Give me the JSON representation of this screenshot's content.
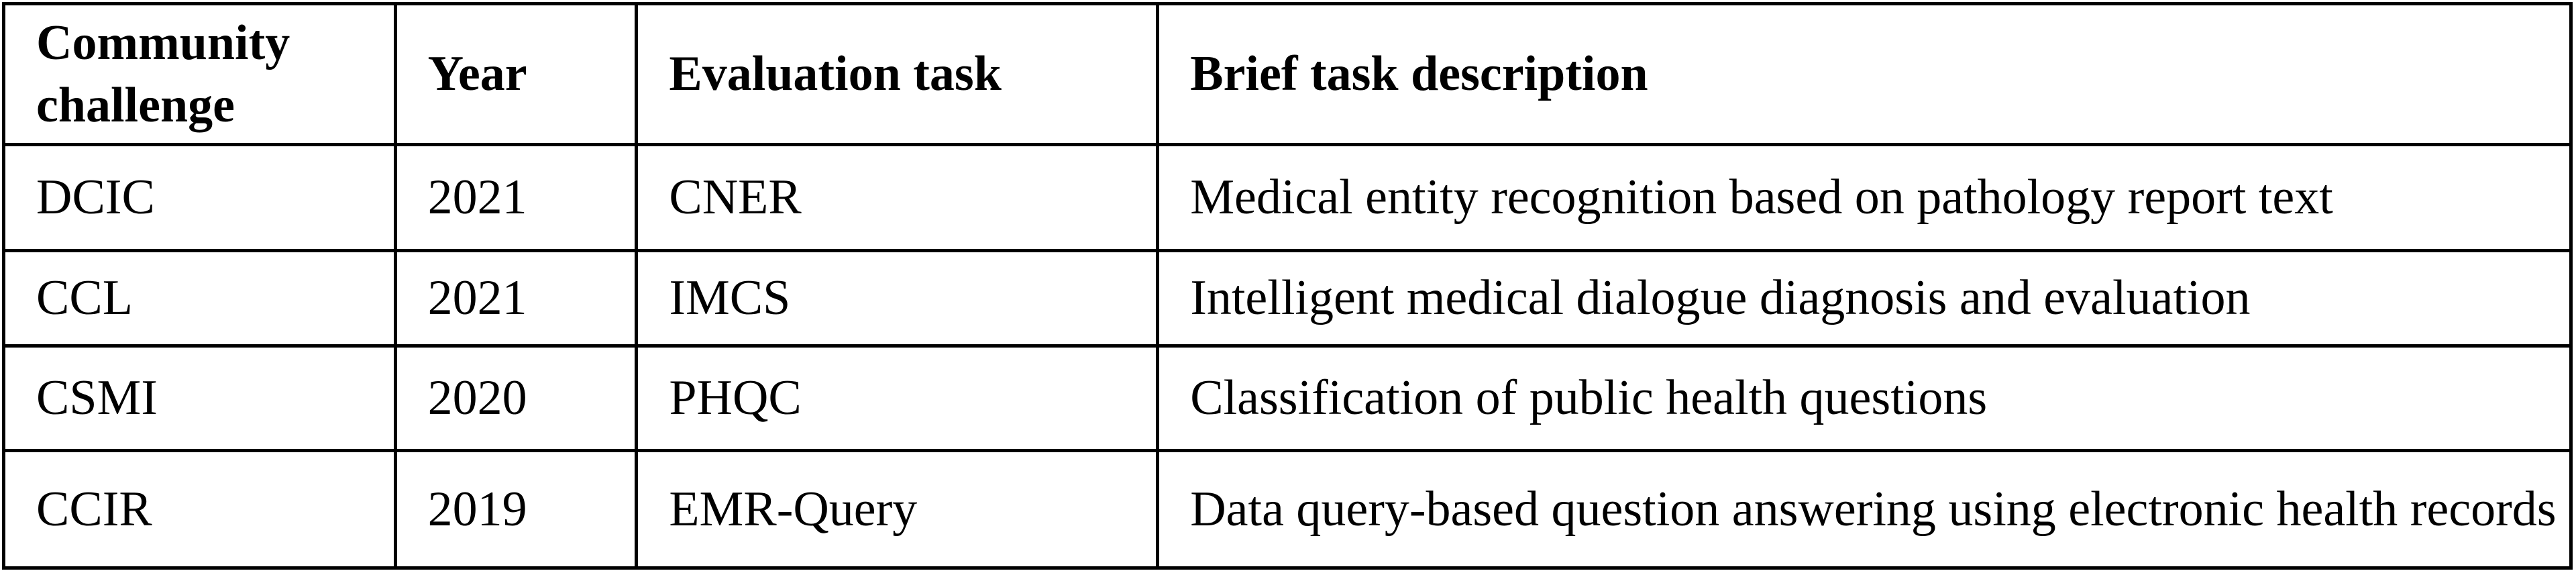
{
  "table": {
    "columns": [
      {
        "label": "Community challenge"
      },
      {
        "label": "Year"
      },
      {
        "label": "Evaluation task"
      },
      {
        "label": "Brief task description"
      }
    ],
    "rows": [
      {
        "challenge": "DCIC",
        "year": "2021",
        "task": "CNER",
        "description": "Medical entity recognition based on pathology report text"
      },
      {
        "challenge": "CCL",
        "year": "2021",
        "task": "IMCS",
        "description": "Intelligent medical dialogue diagnosis and evaluation"
      },
      {
        "challenge": "CSMI",
        "year": "2020",
        "task": "PHQC",
        "description": "Classification of public health questions"
      },
      {
        "challenge": "CCIR",
        "year": "2019",
        "task": "EMR-Query",
        "description": "Data query-based question answering using electronic health records"
      }
    ]
  },
  "colors": {
    "border": "#000000",
    "text": "#000000",
    "background": "#ffffff"
  }
}
